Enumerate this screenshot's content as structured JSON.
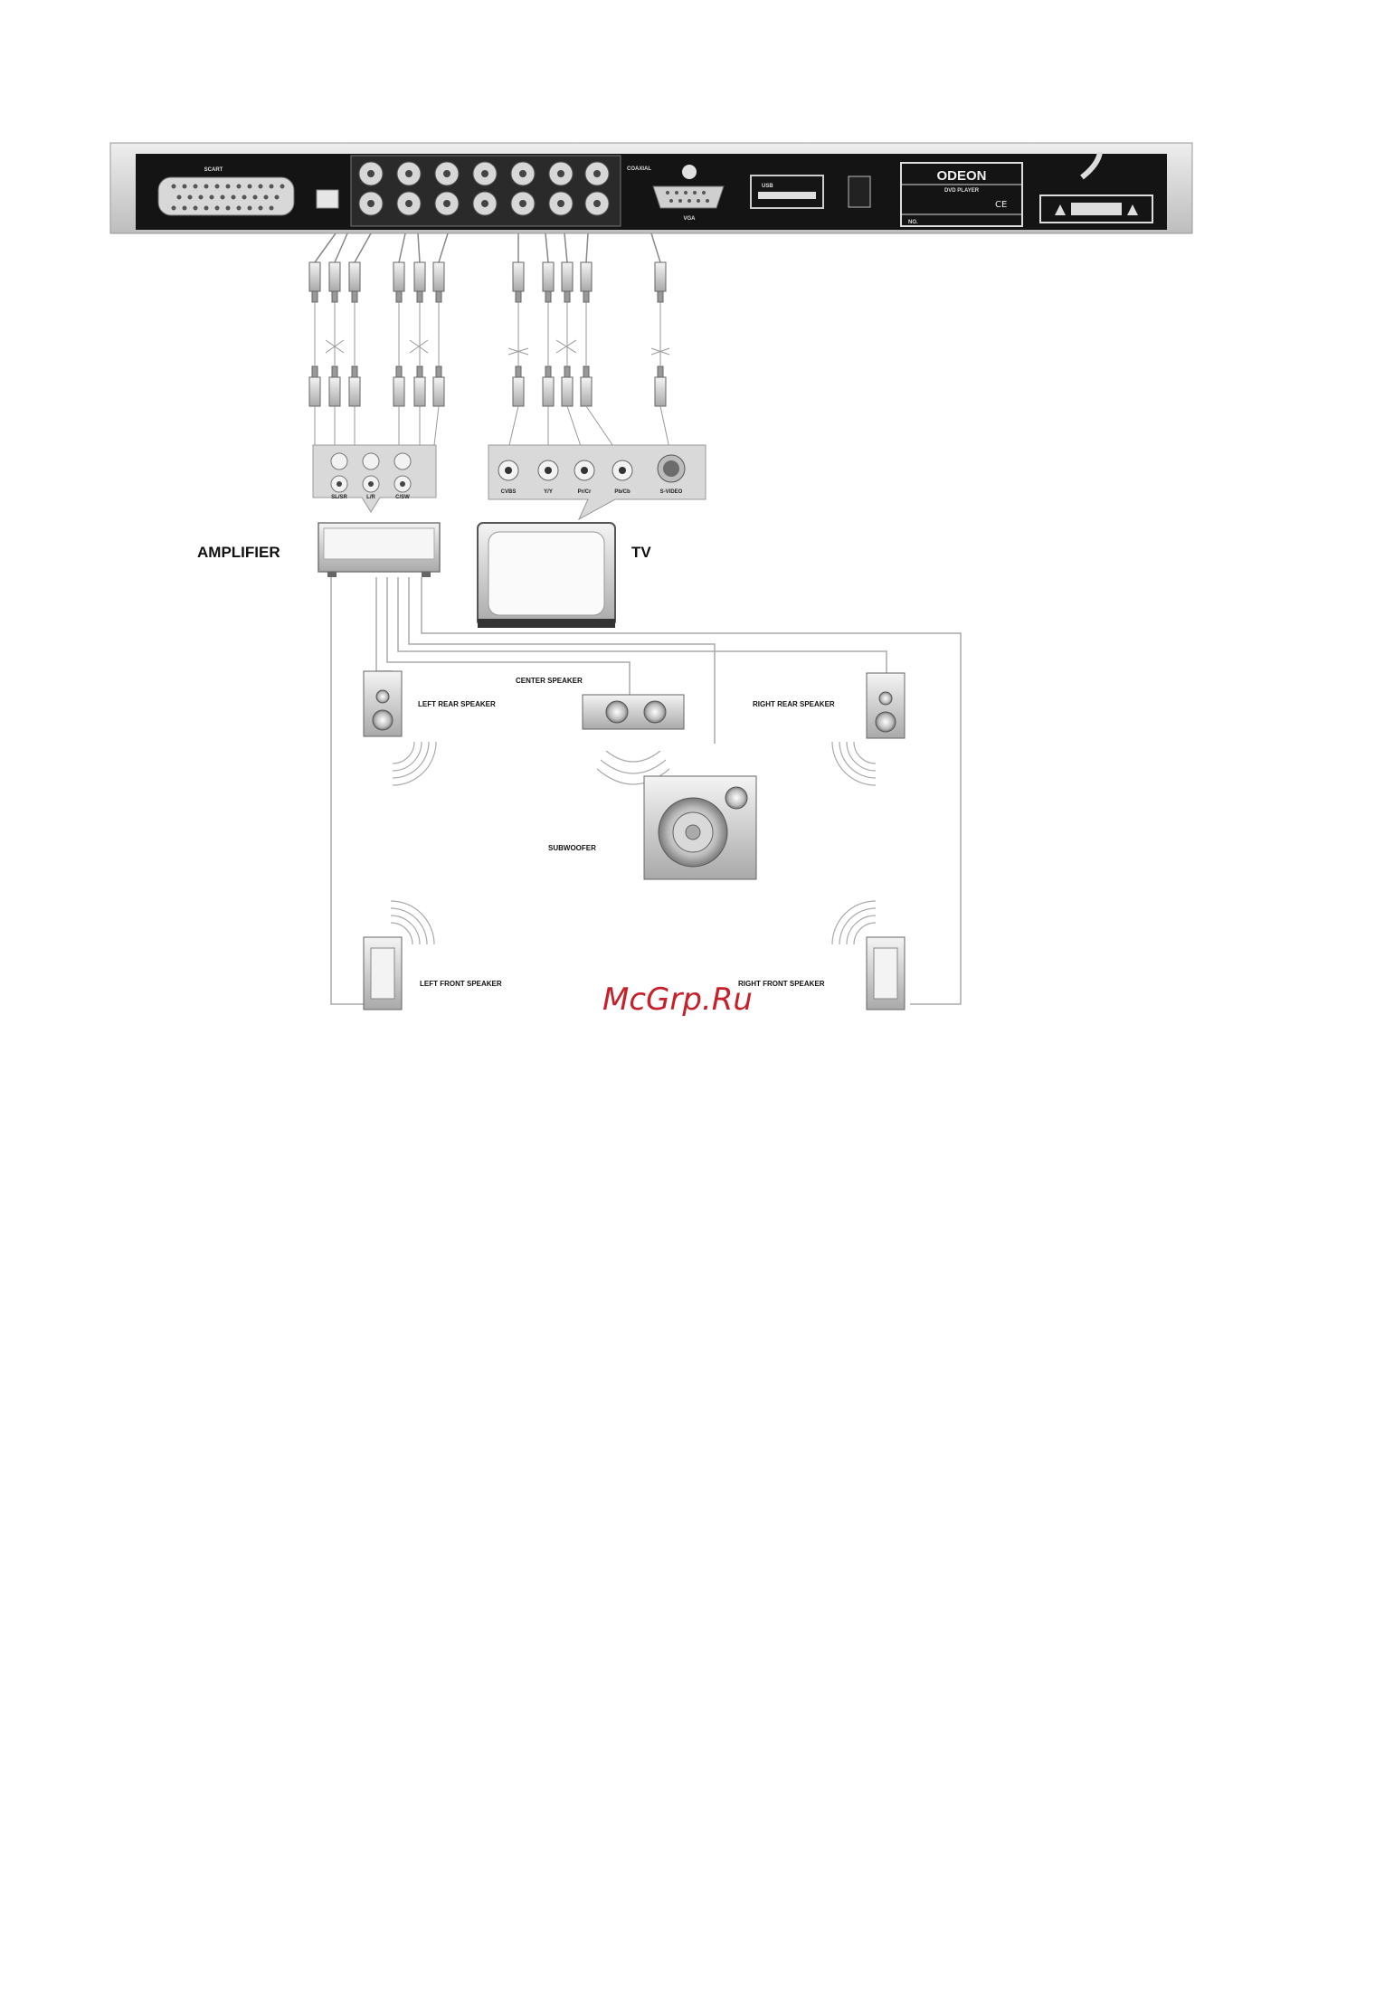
{
  "brand": "ODEON",
  "labels": {
    "amplifier": "AMPLIFIER",
    "tv": "TV",
    "center_speaker": "CENTER SPEAKER",
    "left_rear_speaker": "LEFT REAR SPEAKER",
    "right_rear_speaker": "RIGHT REAR SPEAKER",
    "subwoofer": "SUBWOOFER",
    "left_front_speaker": "LEFT FRONT SPEAKER",
    "right_front_speaker": "RIGHT FRONT SPEAKER"
  },
  "rear_panel": {
    "scart": "SCART",
    "coaxial": "COAXIAL",
    "vga": "VGA",
    "usb": "USB",
    "device_line": "DVD PLAYER",
    "serial": "NO."
  },
  "tv_inputs": [
    "CVBS",
    "Y/Y",
    "Pr/Cr",
    "Pb/Cb",
    "S-VIDEO"
  ],
  "amp_inputs": [
    "SL/SR",
    "L/R",
    "C/SW"
  ],
  "watermark": "McGrp.Ru",
  "colors": {
    "panel": "#141414",
    "frame": "#d4d4d4",
    "device": "#e0e0e0",
    "watermark": "#c8202a"
  }
}
